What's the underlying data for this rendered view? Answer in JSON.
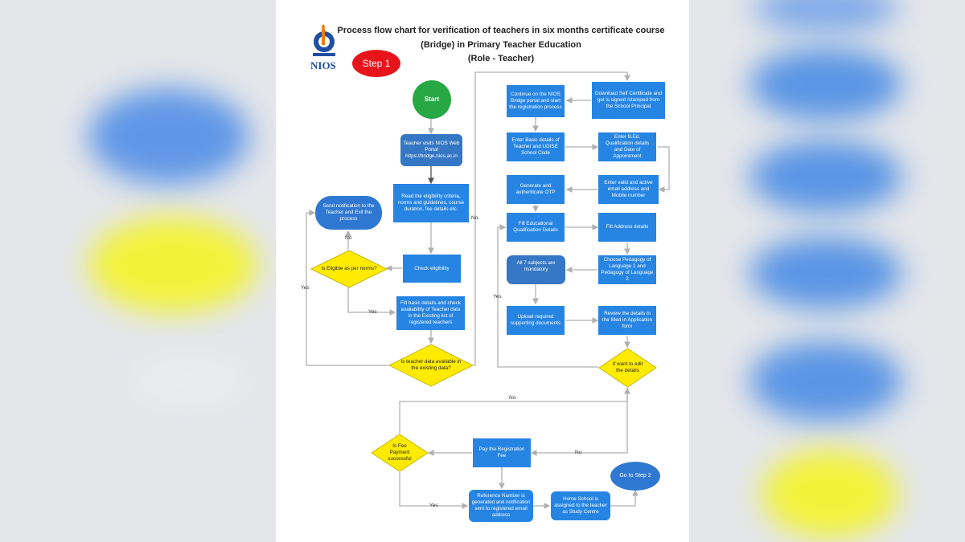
{
  "title": {
    "line1": "Process flow chart for verification of teachers in six months certificate course",
    "line2": "(Bridge) in Primary Teacher Education",
    "line3": "(Role - Teacher)"
  },
  "logo": {
    "text": "NIOS"
  },
  "step_badge": "Step 1",
  "nodes": {
    "start": "Start",
    "visit_portal": "Teacher visits NIOS Web Portal https://bridge.nios.ac.in",
    "read_criteria": "Read the eligibility criteria, norms and guidelines, course duration, fee details etc.",
    "check_eligibility": "Check eligibility",
    "eligible_decision": "Is Eligible as per norms?",
    "send_notification": "Send notification to the Teacher and Exit the process",
    "fill_basic": "Fill basic details and check availability of Teacher data in the Existing list of registered teachers",
    "data_available_decision": "Is teacher data available in the existing data?",
    "download_certificate": "Download Self Certificate and get is signed /stamped from the School Principal",
    "continue_portal": "Continue on the NIOS Bridge portal and start the registration process",
    "enter_basic_udise": "Enter Basic details of Teacher and UDISE School Code",
    "enter_bed": "Enter B.Ed. Qualification details and Date of Appointment",
    "enter_email_mobile": "Enter valid and active email address and Mobile number",
    "generate_otp": "Generate and authenticate OTP",
    "fill_edu": "Fill Educational Qualification Details",
    "fill_address": "Fill Address details",
    "choose_pedagogy": "Choose Pedagogy of Language 1 and Pedagogy of Language 2",
    "all_subjects": "All 7 subjects are mandatory",
    "upload_docs": "Upload required supporting documents",
    "review_details": "Review the details in the filled in Application form",
    "edit_decision": "If want to edit the details",
    "pay_fee": "Pay the Registration Fee",
    "fee_decision": "Is Fee Payment successful",
    "reference_number": "Reference Number is generated and notification sent to registered email address",
    "home_school": "Home School is assigned to the teacher as Study Centre",
    "go_step2": "Go to Step 2"
  },
  "edge_labels": {
    "no": "No",
    "yes": "Yes",
    "no_dot": "No."
  },
  "colors": {
    "process": "#2684e3",
    "decision": "#ffeb00",
    "start": "#28a745",
    "step_badge": "#e8141b",
    "connector": "#b0b0b0"
  }
}
